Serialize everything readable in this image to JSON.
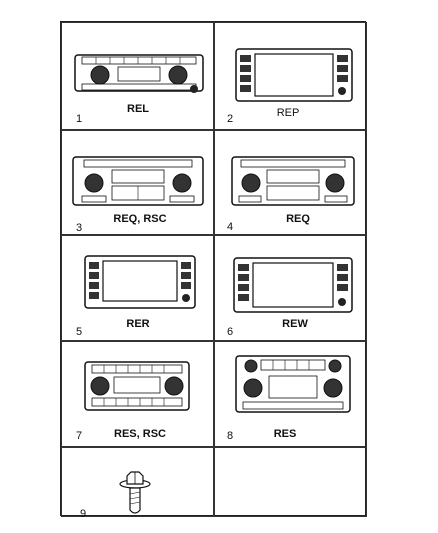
{
  "cells": [
    {
      "number": "1",
      "code": "REL",
      "style": "double-knob"
    },
    {
      "number": "2",
      "code": "REP",
      "style": "screen"
    },
    {
      "number": "3",
      "code": "REQ, RSC",
      "style": "double-knob"
    },
    {
      "number": "4",
      "code": "REQ",
      "style": "double-knob"
    },
    {
      "number": "5",
      "code": "RER",
      "style": "screen"
    },
    {
      "number": "6",
      "code": "REW",
      "style": "screen"
    },
    {
      "number": "7",
      "code": "RES, RSC",
      "style": "double-knob"
    },
    {
      "number": "8",
      "code": "RES",
      "style": "double-knob"
    },
    {
      "number": "9",
      "code": "",
      "style": "screw"
    },
    {
      "number": "",
      "code": "",
      "style": "empty"
    }
  ]
}
